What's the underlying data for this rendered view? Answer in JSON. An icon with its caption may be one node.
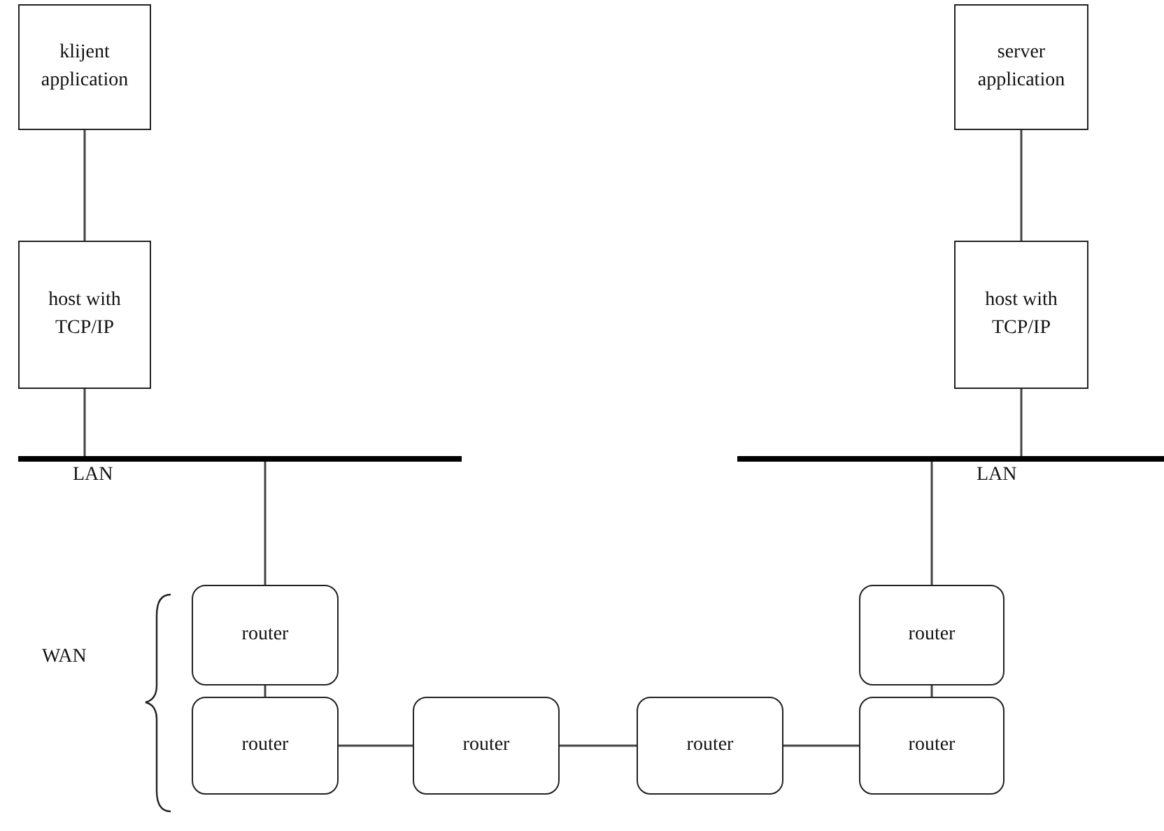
{
  "diagram": {
    "nodes": [
      {
        "text": [
          "klijent application"
        ]
      },
      {
        "text": [
          "server application"
        ]
      },
      {
        "text": [
          "host with TCP/IP"
        ]
      },
      {
        "text": [
          "host with TCP/IP"
        ]
      },
      {
        "text": [],
        "shape": "bar",
        "beside": [
          "LAN"
        ]
      },
      {
        "text": [],
        "shape": "bar",
        "beside": [
          "LAN"
        ]
      },
      {
        "text": [
          "router"
        ]
      },
      {
        "text": [
          "router"
        ]
      },
      {
        "text": [
          "router"
        ]
      },
      {
        "text": [
          "router"
        ]
      },
      {
        "text": [
          "router"
        ]
      },
      {
        "text": [
          "router"
        ]
      }
    ],
    "edges": [
      {
        "from": 0,
        "to": 2,
        "arrow": "none"
      },
      {
        "from": 1,
        "to": 3,
        "arrow": "none"
      },
      {
        "from": 2,
        "to": 4,
        "arrow": "none"
      },
      {
        "from": 3,
        "to": 5,
        "arrow": "none"
      },
      {
        "from": 4,
        "to": 6,
        "arrow": "none"
      },
      {
        "from": 5,
        "to": 7,
        "arrow": "none"
      },
      {
        "from": 6,
        "to": 8,
        "arrow": "none"
      },
      {
        "from": 8,
        "to": 9,
        "arrow": "none"
      },
      {
        "from": 9,
        "to": 10,
        "arrow": "none"
      },
      {
        "from": 10,
        "to": 11,
        "arrow": "none"
      },
      {
        "from": 7,
        "to": 11,
        "arrow": "none"
      }
    ],
    "labels": [
      "WAN"
    ]
  }
}
